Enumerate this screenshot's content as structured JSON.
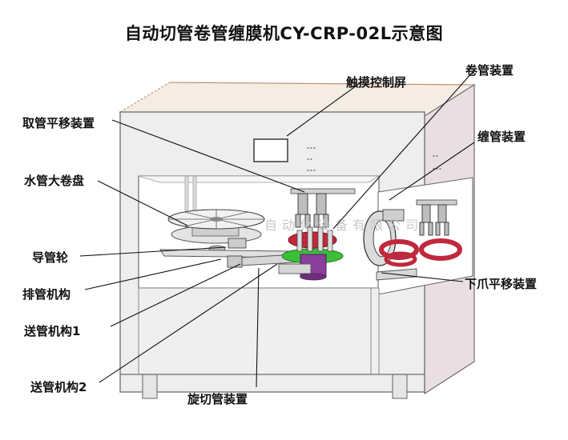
{
  "title": "自动切管卷管缠膜机CY-CRP-02L示意图",
  "labels": {
    "touch_screen": "触摸控制屏",
    "rolling_device": "卷管装置",
    "pickup_shift": "取管平移装置",
    "wrapping_device": "缠管装置",
    "reel": "水管大卷盘",
    "guide_wheel": "导管轮",
    "arranging": "排管机构",
    "lower_claw": "下爪平移装置",
    "feeder1": "送管机构1",
    "feeder2": "送管机构2",
    "rotary_cutter": "旋切管装置"
  },
  "watermark": "自动化设备有限公司",
  "colors": {
    "frame_stroke": "#6e6e6e",
    "panel_fill": "#ededed",
    "red_part": "#c0283c",
    "green_plate": "#3bbf3b",
    "purple_part": "#8a3f9a",
    "top_fill": "#f5ece4"
  }
}
